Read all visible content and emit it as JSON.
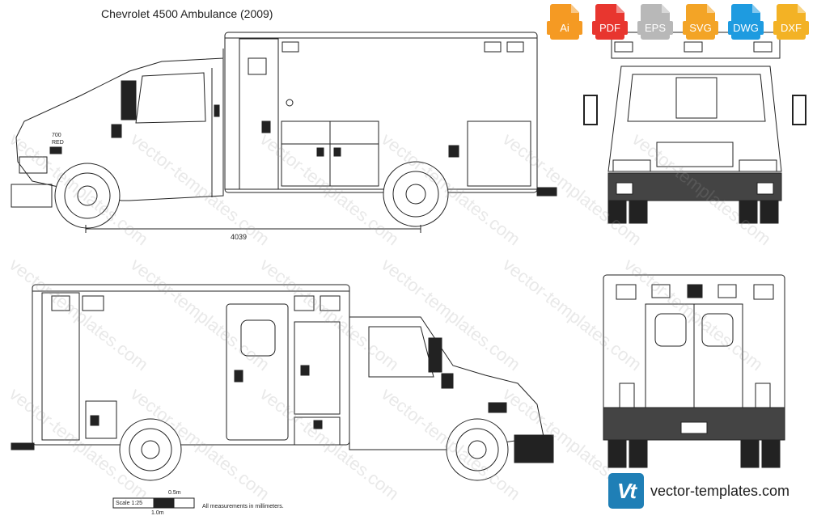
{
  "title": "Chevrolet 4500 Ambulance (2009)",
  "formats": [
    {
      "label": "Ai",
      "color": "#f59a23"
    },
    {
      "label": "PDF",
      "color": "#e8362f"
    },
    {
      "label": "EPS",
      "color": "#b8b8b8"
    },
    {
      "label": "SVG",
      "color": "#f3a426"
    },
    {
      "label": "DWG",
      "color": "#1e9be0"
    },
    {
      "label": "DXF",
      "color": "#f3b225"
    }
  ],
  "dimension_length": "4039",
  "watermark_text": "vector-templates.com",
  "scale": {
    "label": "Scale 1:25",
    "half_meter": "0.5m",
    "one_meter": "1.0m"
  },
  "note": "All measurements in millimeters.",
  "brand": {
    "logo_text": "Vt",
    "site": "vector-templates.com",
    "color": "#1f7fb6"
  },
  "plate_text": "700 RED"
}
